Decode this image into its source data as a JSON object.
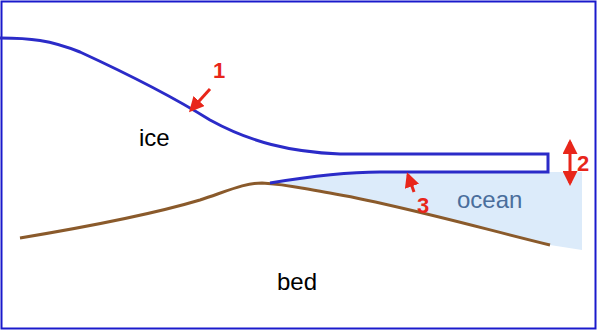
{
  "diagram": {
    "labels": [
      "1",
      "ice",
      "2",
      "ocean",
      "3",
      "bed"
    ]
  }
}
